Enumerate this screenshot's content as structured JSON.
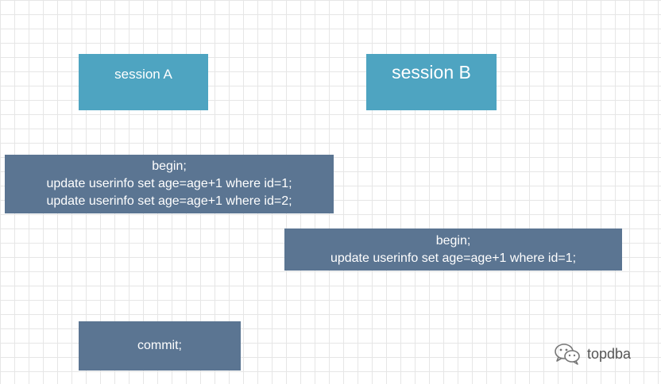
{
  "sessions": {
    "a": "session A",
    "b": "session B"
  },
  "steps": {
    "a_begin": [
      "begin;",
      "update userinfo set age=age+1 where id=1;",
      "update userinfo set age=age+1 where id=2;"
    ],
    "b_begin": [
      "begin;",
      "update userinfo set age=age+1 where id=1;"
    ],
    "a_commit": [
      "commit;"
    ]
  },
  "watermark": {
    "icon": "wechat-icon",
    "text": "topdba"
  },
  "colors": {
    "session_box": "#4ea4c1",
    "step_box": "#5b7592",
    "text": "#ffffff"
  }
}
